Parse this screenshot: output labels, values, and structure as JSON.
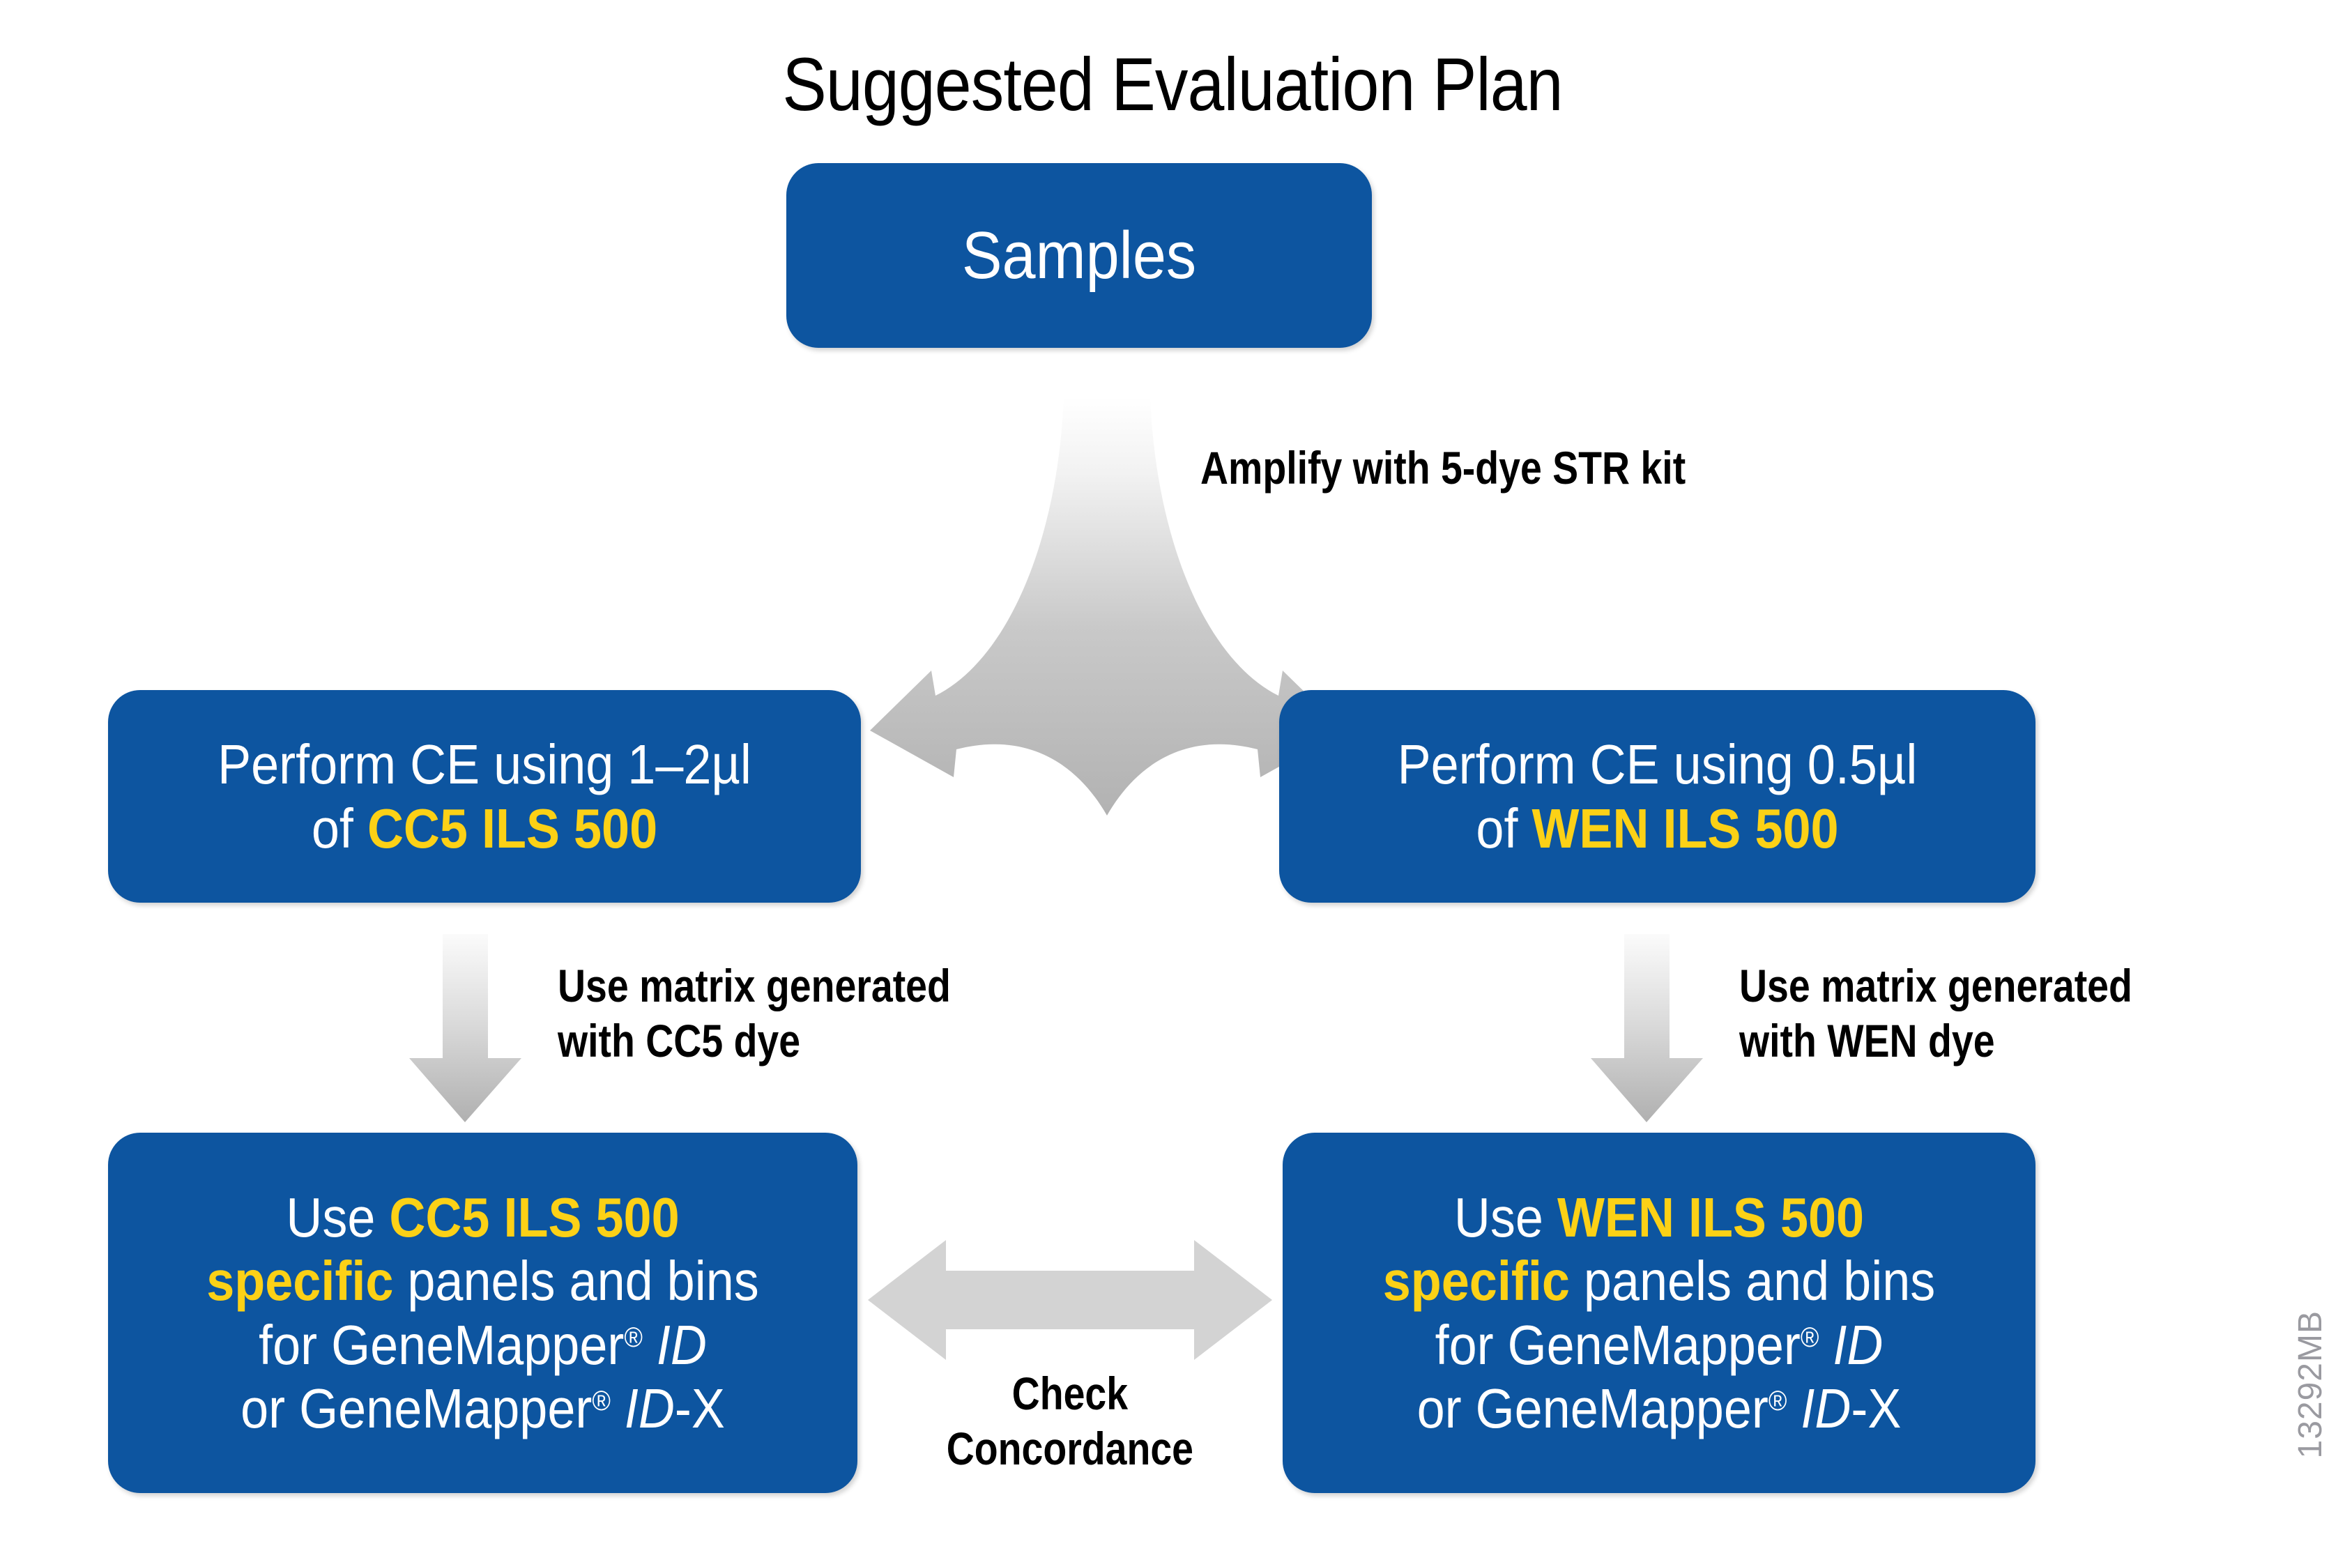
{
  "title": "Suggested Evaluation Plan",
  "colors": {
    "box_blue": "#0d55a0",
    "highlight_yellow": "#fcd116",
    "text_white": "#ffffff",
    "label_black": "#000000",
    "arrow_gray": "#d3d3d3",
    "side_code_gray": "#9a9aa0",
    "background": "#ffffff"
  },
  "boxes": {
    "samples": {
      "text": "Samples"
    },
    "ce_left": {
      "line1": "Perform CE using 1–2µl",
      "line2_prefix": "of ",
      "line2_highlight": "CC5 ILS 500"
    },
    "ce_right": {
      "line1": "Perform CE using 0.5µl",
      "line2_prefix": "of ",
      "line2_highlight": "WEN ILS 500"
    },
    "panels_left": {
      "line1_prefix": "Use ",
      "line1_highlight": "CC5 ILS 500",
      "line2_highlight": "specific",
      "line2_suffix": " panels and bins",
      "line3_prefix": "for GeneMapper",
      "line3_reg": "®",
      "line3_italic": "ID",
      "line4_prefix": "or GeneMapper",
      "line4_reg": "®",
      "line4_italic": "ID",
      "line4_suffix": "-X"
    },
    "panels_right": {
      "line1_prefix": "Use ",
      "line1_highlight": "WEN ILS 500",
      "line2_highlight": "specific",
      "line2_suffix": " panels and bins",
      "line3_prefix": "for GeneMapper",
      "line3_reg": "®",
      "line3_italic": "ID",
      "line4_prefix": "or GeneMapper",
      "line4_reg": "®",
      "line4_italic": "ID",
      "line4_suffix": "-X"
    }
  },
  "labels": {
    "amplify": "Amplify with 5-dye STR kit",
    "matrix_left": "Use matrix generated\nwith CC5 dye",
    "matrix_right": "Use matrix generated\nwith WEN dye",
    "concordance": "Check\nConcordance"
  },
  "arrows": {
    "split": "branching-down-arrow",
    "down_left": "down-arrow",
    "down_right": "down-arrow",
    "concordance": "double-headed-horizontal-arrow"
  },
  "side_code": "13292MB"
}
